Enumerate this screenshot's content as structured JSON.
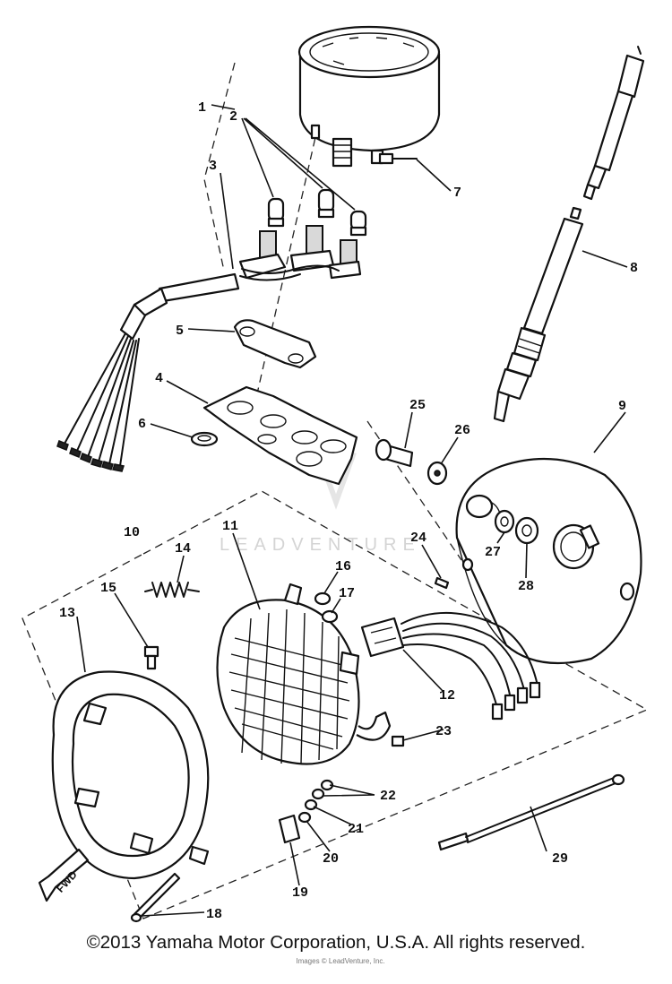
{
  "diagram": {
    "callouts": [
      "1",
      "2",
      "3",
      "4",
      "5",
      "6",
      "7",
      "8",
      "9",
      "10",
      "11",
      "12",
      "13",
      "14",
      "15",
      "16",
      "17",
      "18",
      "19",
      "20",
      "21",
      "22",
      "23",
      "24",
      "25",
      "26",
      "27",
      "28",
      "29"
    ],
    "direction_label": "FWD",
    "watermark": "LEADVENTURE"
  },
  "footer": {
    "copyright": "©2013 Yamaha Motor Corporation, U.S.A. All rights reserved.",
    "overprint": "Images © LeadVenture, Inc."
  }
}
